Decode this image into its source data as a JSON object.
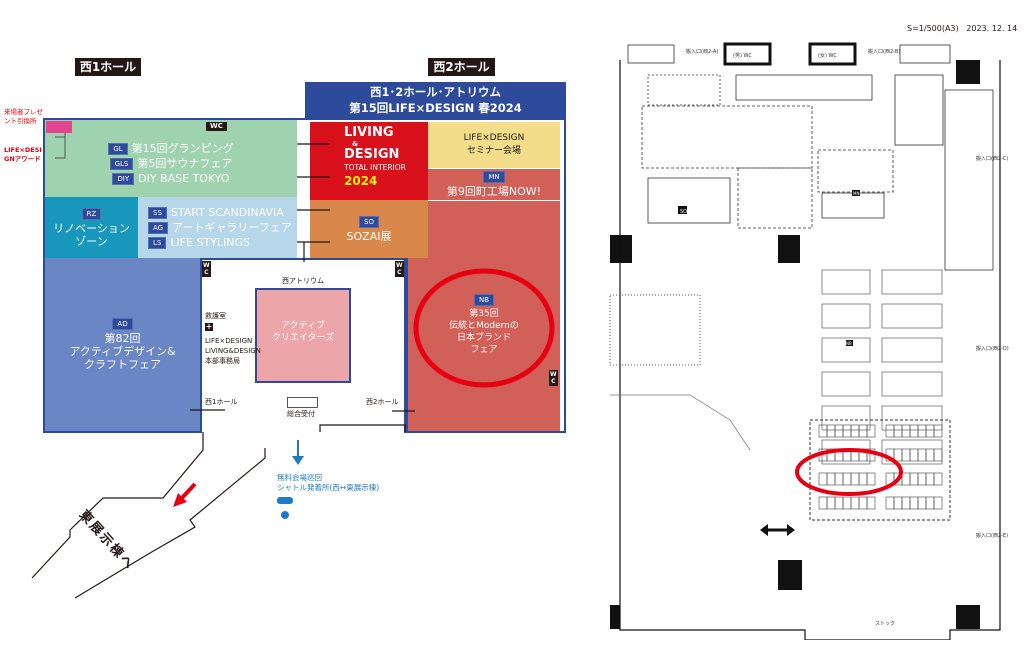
{
  "left_map": {
    "hall_west1": "西1ホール",
    "hall_west2": "西2ホール",
    "title_line1": "西1･2ホール･アトリウム",
    "title_line2": "第15回LIFE×DESIGN 春2024",
    "annotations": {
      "gift": "来場者プレゼント引換所",
      "award": "LIFE×DESIGNアワード"
    },
    "wc": "WC",
    "green_zone": [
      {
        "code": "GL",
        "name": "第15回グランピング"
      },
      {
        "code": "GLS",
        "name": "第5回サウナフェア"
      },
      {
        "code": "DIY",
        "name": "DIY BASE TOKYO"
      }
    ],
    "rz_zone": {
      "code": "RZ",
      "line1": "リノベーション",
      "line2": "ゾーン"
    },
    "blue_zone": [
      {
        "code": "SS",
        "name": "START SCANDINAVIA"
      },
      {
        "code": "AG",
        "name": "アートギャラリーフェア"
      },
      {
        "code": "LS",
        "name": "LIFE STYLINGS"
      }
    ],
    "living_design": {
      "line1": "LIVING",
      "amp": "&",
      "line2": "DESIGN",
      "sub": "TOTAL INTERIOR",
      "year": "2024"
    },
    "seminar": {
      "line1": "LIFE×DESIGN",
      "line2": "セミナー会場"
    },
    "mn_zone": {
      "code": "MN",
      "name": "第9回町工場NOW!"
    },
    "so_zone": {
      "code": "SO",
      "name": "SOZAI展"
    },
    "nb_zone": {
      "code": "NB",
      "line1": "第35回",
      "line2": "伝統とModernの",
      "line3": "日本ブランド",
      "line4": "フェア"
    },
    "ad_zone": {
      "code": "AD",
      "line1": "第82回",
      "line2": "アクティブデザイン&",
      "line3": "クラフトフェア"
    },
    "atrium": {
      "label": "西アトリウム",
      "creators_line1": "アクティブ",
      "creators_line2": "クリエイターズ",
      "first_aid": "救護室",
      "office_line1": "LIFE×DESIGN",
      "office_line2": "LIVING&DESIGN",
      "office_line3": "本部事務局",
      "west1": "西1ホール",
      "west2": "西2ホール",
      "reception": "総合受付"
    },
    "shuttle_line1": "無料会場巡回",
    "shuttle_line2": "シャトル発着所(西↔東展示棟)",
    "to_east": "東展示棟へ",
    "highlight_color": "#e60012"
  },
  "right_map": {
    "scale": "S=1/500(A3)",
    "date": "2023. 12. 14",
    "entrance_a": "搬入口(西2-A)",
    "entrance_b": "搬入口(西2-B)",
    "entrance_c": "搬入口(西2-C)",
    "entrance_d": "搬入口(西2-D)",
    "entrance_e": "搬入口(西2-E)",
    "wc_men": "(男) WC",
    "wc_women": "(女) WC",
    "stock": "ストック",
    "so_code": "SO",
    "mn_code": "MN",
    "nb_code": "NB"
  }
}
